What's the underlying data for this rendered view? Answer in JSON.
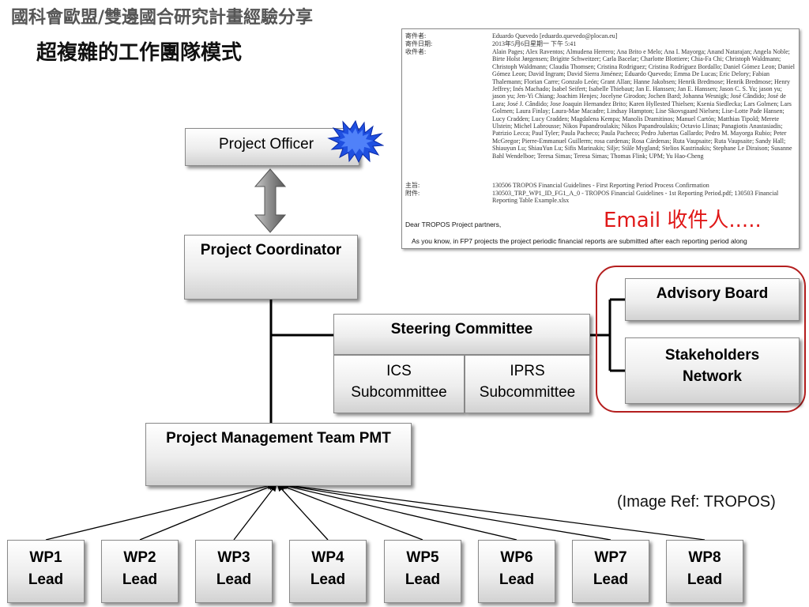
{
  "header": {
    "title": "國科會歐盟/雙邊國合研究計畫經驗分享",
    "subtitle": "超複雜的工作團隊模式"
  },
  "org_chart": {
    "project_officer": "Project Officer",
    "project_coordinator": "Project Coordinator",
    "steering_committee": "Steering Committee",
    "ics_subcommittee": [
      "ICS",
      "Subcommittee"
    ],
    "iprs_subcommittee": [
      "IPRS",
      "Subcommittee"
    ],
    "advisory_board": "Advisory Board",
    "stakeholders_network": [
      "Stakeholders",
      "Network"
    ],
    "pmt": "Project Management Team PMT",
    "wp_leads": [
      {
        "name": "WP1",
        "role": "Lead"
      },
      {
        "name": "WP2",
        "role": "Lead"
      },
      {
        "name": "WP3",
        "role": "Lead"
      },
      {
        "name": "WP4",
        "role": "Lead"
      },
      {
        "name": "WP5",
        "role": "Lead"
      },
      {
        "name": "WP6",
        "role": "Lead"
      },
      {
        "name": "WP7",
        "role": "Lead"
      },
      {
        "name": "WP8",
        "role": "Lead"
      }
    ]
  },
  "email": {
    "from_label": "寄件者:",
    "from_value": "Eduardo Quevedo [eduardo.quevedo@plocan.eu]",
    "date_label": "寄件日期:",
    "date_value": "2013年5月6日星期一 下午 5:41",
    "to_label": "收件者:",
    "to_value": "Alain Pages; Alex Raventos; Almudena Herrero; Ana Brito e Melo; Ana I. Mayorga; Anand Natarajan; Angela Noble; Birte Holst Jørgensen; Brigitte Schweitzer; Carla Bacelar; Charlotte Blottiere; Chia-Fa Chi; Christoph Waldmann; Christoph Waldmann; Claudia Thomsen; Cristina Rodriguez; Cristina Rodríguez Bordallo; Daniel Gómez Leon; Daniel Gómez Leon; David Ingram; David Sierra Jiménez; Eduardo Quevedo; Emma De Lucas; Eric Delory; Fabian Thalemann; Florian Carre; Gonzalo León; Grant Allan; Hanne Jakobsen; Henrik Bredmose; Henrik Bredmose; Henry Jeffrey; Inés Machado; Isabel Seifert; Isabelle Thiebaut; Jan E. Hanssen; Jan E. Hanssen; Jason C. S. Yu; jason yu; jason yu; Jen-Yi Chiang; Joachim Henjes; Jocelyne Girodon; Jochen Bard; Johanna Wesnigk; José Cândido; José de Lara; José J. Cândido; Jose Joaquin Hernandez Brito; Karen Hyllested Thielsen; Ksenia Siedlecka; Lars Golmen; Lars Golmen; Laura Finlay; Laura-Mae Macadre; Lindsay Hampton; Lise Skovsgaard Nielsen; Lise-Lotte Pade Hansen; Lucy Cradden; Lucy Cradden; Magdalena Kempa; Manolis Dramitinos; Manuel Cartón; Matthias Tipold; Merete Ulstein; Michel Labrousse; Nikos Papandroulakis; Nikos Papandroulakis; Octavio Llinas; Panagiotis Anastasiadis; Patrizio Lecca; Paul Tyler; Paula Pacheco; Paula Pacheco; Pedro Jubertas Gallardo; Pedro M. Mayorga Rubio; Peter McGregor; Pierre-Emmanuel Guillerm; rosa cardenas; Rosa Cárdenas; Ruta Vaupsaite; Ruta Vaupsaite; Sandy Hall; Shiauyun Lu; ShiauYun Lu; Sifis Marinakis; Silje; Ståle Mygland; Stelios Kastrinakis; Stephane Le Diraison; Susanne Bahl Wendelboe; Teresa Simas; Teresa Simas; Thomas Flink; UPM; Yu Hao-Cheng",
    "subject_label": "主旨:",
    "subject_value": "130506 TROPOS Financial Guidelines - First Reporting Period Process Confirmation",
    "attachment_label": "附件:",
    "attachment_value": "130503_TRP_WP1_ID_FG1_A_0 - TROPOS Financial Guidelines - 1st Reporting Period.pdf; 130503 Financial Reporting Table Example.xlsx",
    "greeting": "Dear TROPOS Project partners,",
    "body_line": "As you know, in FP7 projects the project periodic financial reports are submitted after each reporting period along"
  },
  "email_annotation": "Email 收件人.....",
  "image_ref": "(Image Ref: TROPOS)",
  "colors": {
    "annotation_red": "#e01818",
    "frame_red": "#b41e1e",
    "starburst_blue": "#1f4fe0"
  },
  "icons": [
    "starburst-icon",
    "double-arrow-icon"
  ]
}
